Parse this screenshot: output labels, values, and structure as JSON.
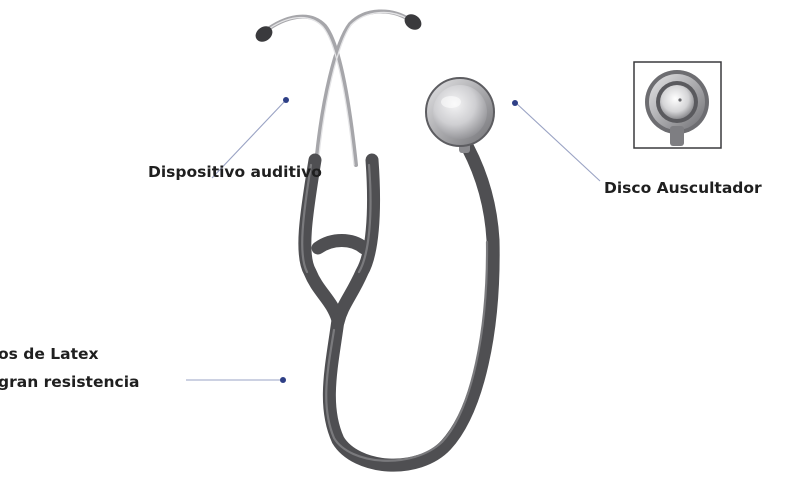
{
  "labels": {
    "dispositivo_auditivo": "Dispositivo auditivo",
    "disco_auscultador": "Disco Auscultador",
    "tubos_latex_line1": "os de Latex",
    "tubos_latex_line2": "gran resistencia"
  },
  "colors": {
    "tube": "#4f4f52",
    "tube_highlight": "#7a7a7d",
    "metal": "#b5b5b8",
    "pointer_dot": "#2e3f86",
    "leader_line": "#9aa3c4",
    "text": "#1f1f1f"
  }
}
